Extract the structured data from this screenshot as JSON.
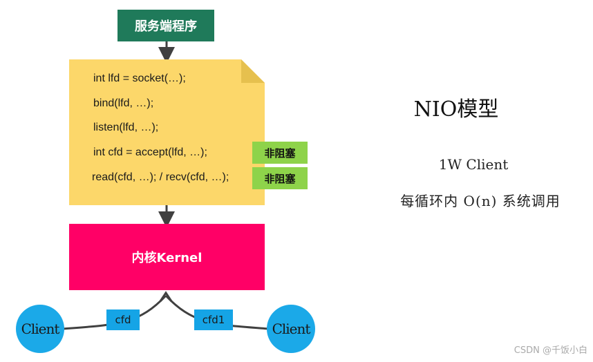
{
  "server": {
    "label": "服务端程序"
  },
  "code": {
    "lines": [
      "int lfd = socket(…);",
      "bind(lfd, …);",
      "listen(lfd, …);",
      "int cfd = accept(lfd, …);",
      "read(cfd, …); / recv(cfd, …);"
    ],
    "tags": [
      "非阻塞",
      "非阻塞"
    ]
  },
  "kernel": {
    "label": "内核Kernel"
  },
  "clients": {
    "left": "Client",
    "right": "Client"
  },
  "fds": {
    "left": "cfd",
    "right": "cfd1"
  },
  "info": {
    "title": "NIO模型",
    "line1": "1W Client",
    "line2": "每循环内 O(n) 系统调用"
  },
  "watermark": "CSDN @千饭小白",
  "colors": {
    "server": "#1f7a5a",
    "doc": "#fcd76a",
    "tag": "#8ed34a",
    "kernel": "#ff0066",
    "client": "#1ba9e8",
    "fd": "#15a4e6"
  }
}
